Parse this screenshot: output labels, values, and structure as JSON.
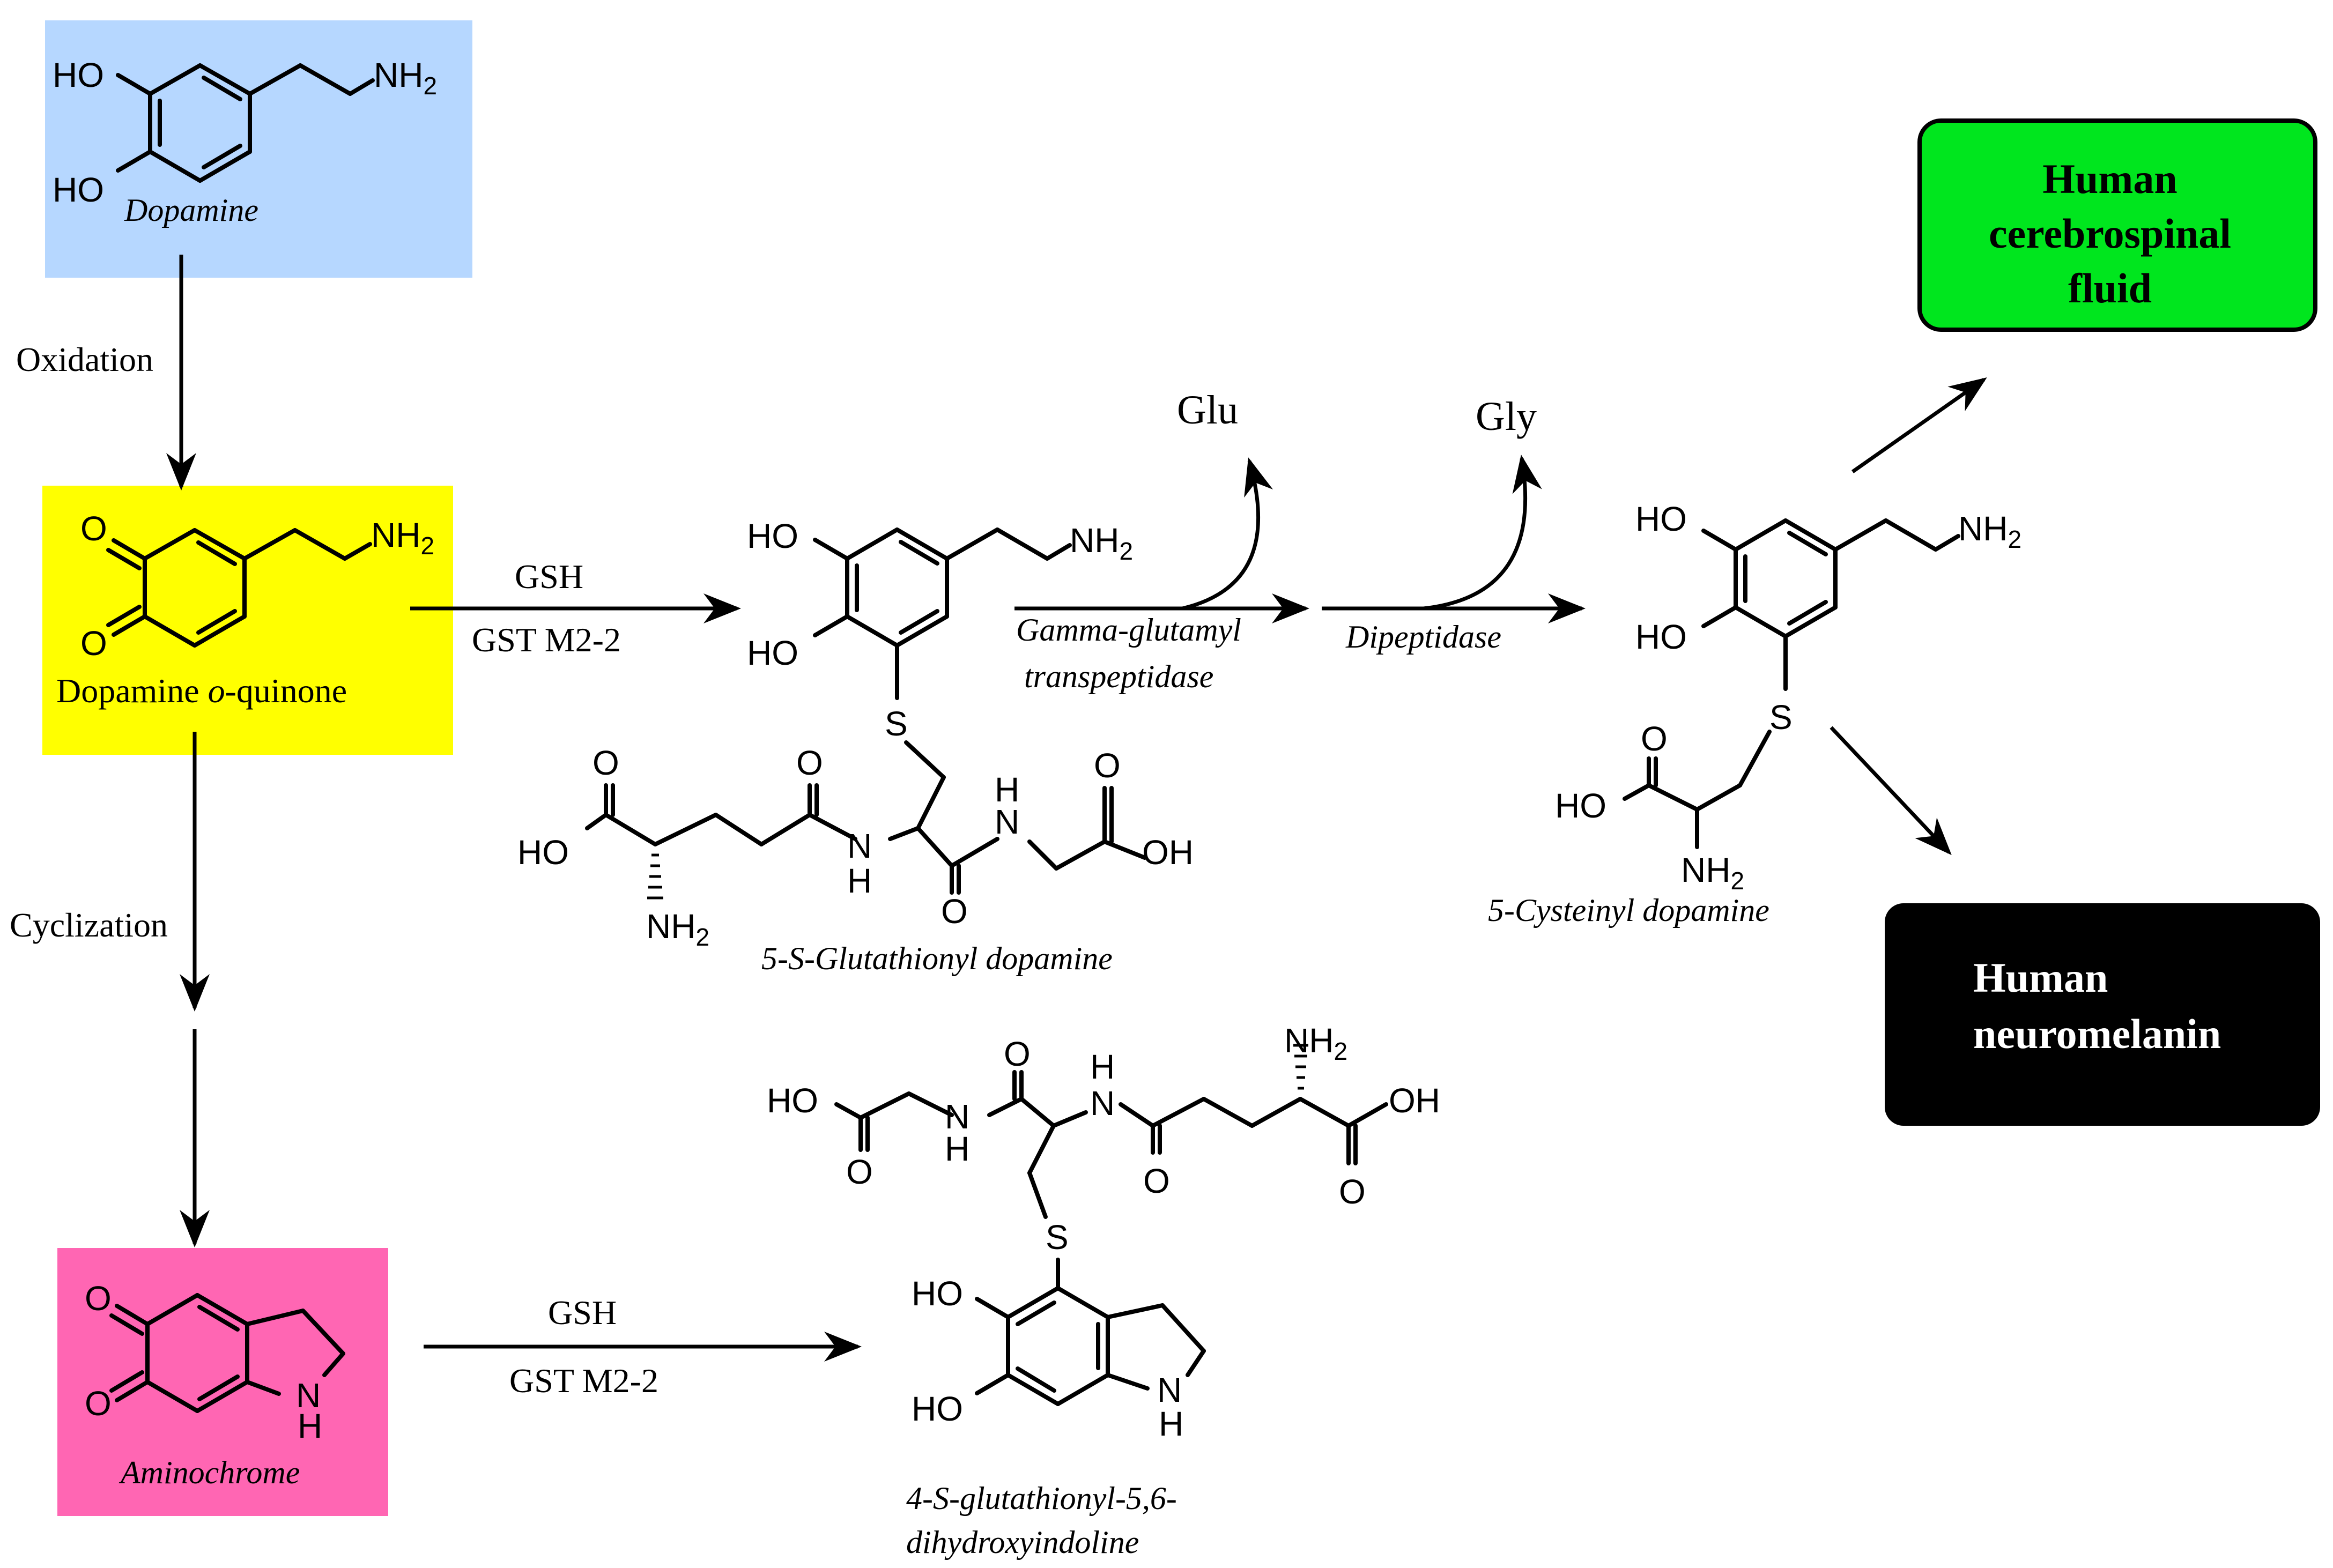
{
  "colors": {
    "dopamine_box": "#b6d7ff",
    "quinone_box": "#ffff00",
    "aminochrome_box": "#ff66b3",
    "csf_box": "#00e61e",
    "neuromelanin_box": "#000000"
  },
  "atoms": {
    "HO": "HO",
    "OH": "OH",
    "O": "O",
    "S": "S",
    "N": "N",
    "H": "H",
    "NH": "NH",
    "NH2": "NH",
    "sub2": "2"
  },
  "captions": {
    "dopamine": "Dopamine",
    "quinone_pre": "Dopamine ",
    "quinone_o": "o",
    "quinone_post": "-quinone",
    "aminochrome": "Aminochrome",
    "glutathionyl": "5-S-Glutathionyl dopamine",
    "cysteinyl": "5-Cysteinyl dopamine",
    "dihydroxy_1": "4-S-glutathionyl-5,6-",
    "dihydroxy_2": "dihydroxyindoline"
  },
  "steps": {
    "oxidation": "Oxidation",
    "cyclization": "Cyclization",
    "gsh_top": "GSH",
    "gst_top": "GST M2-2",
    "gsh_bottom": "GSH",
    "gst_bottom": "GST M2-2",
    "ggt_1": "Gamma-glutamyl",
    "ggt_2": "transpeptidase",
    "dipeptidase": "Dipeptidase",
    "glu": "Glu",
    "gly": "Gly"
  },
  "outcomes": {
    "csf_1": "Human",
    "csf_2": "cerebrospinal",
    "csf_3": "fluid",
    "nm_1": "Human",
    "nm_2": "neuromelanin"
  }
}
